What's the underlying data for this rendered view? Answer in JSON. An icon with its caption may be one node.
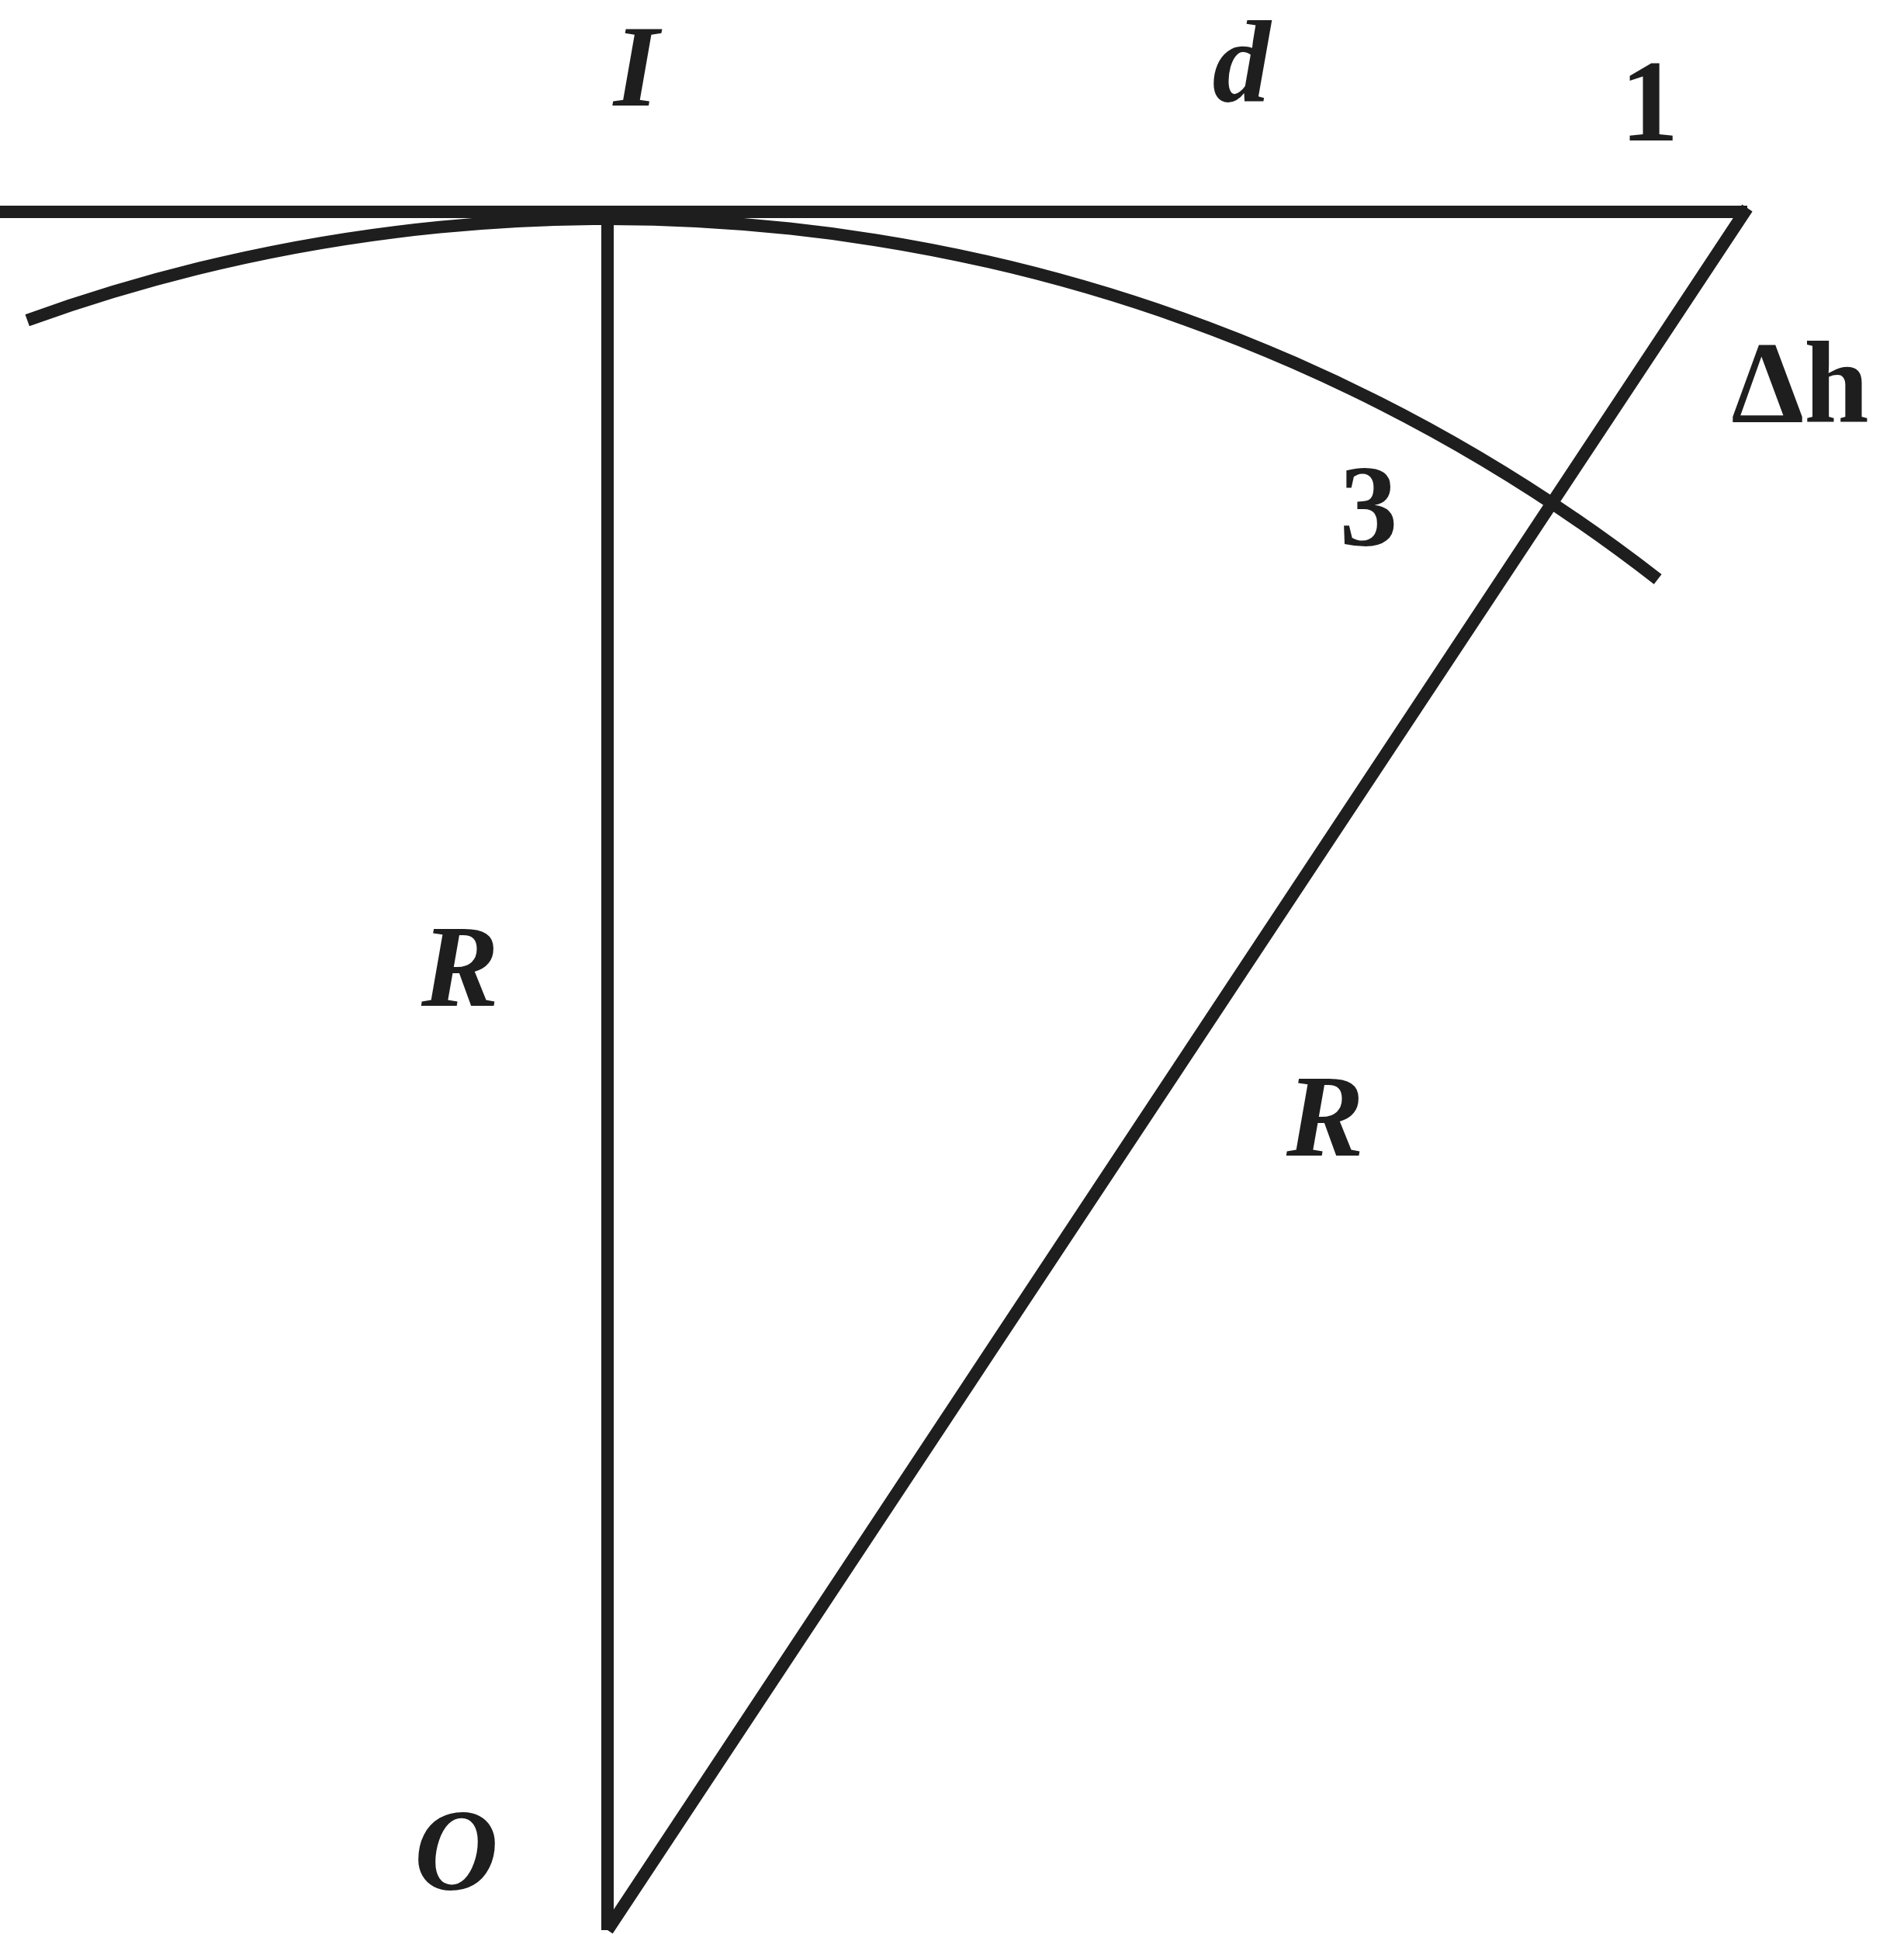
{
  "diagram": {
    "labels": [
      "I",
      "d",
      "1",
      "Δh",
      "3",
      "R",
      "R",
      "O"
    ]
  }
}
